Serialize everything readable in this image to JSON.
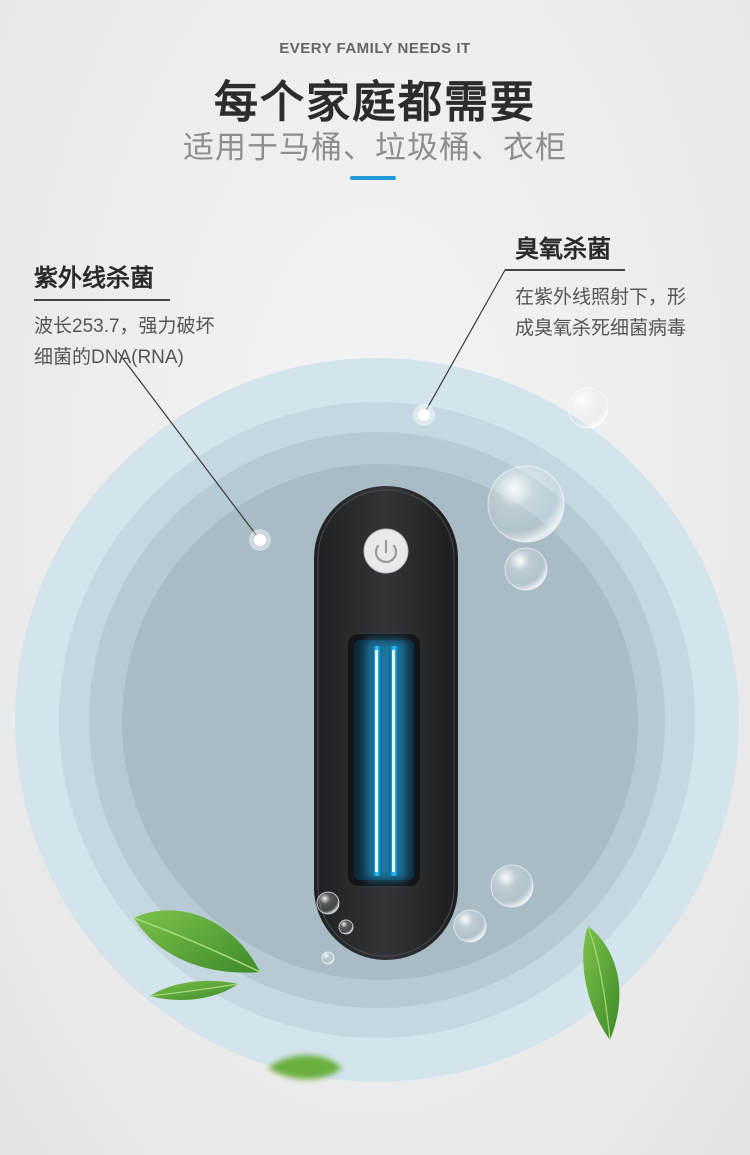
{
  "header": {
    "eyebrow": "EVERY FAMILY NEEDS IT",
    "title": "每个家庭都需要",
    "subtitle": "适用于马桶、垃圾桶、衣柜"
  },
  "callouts": {
    "left": {
      "title": "紫外线杀菌",
      "line1": "波长253.7，强力破坏",
      "line2": "细菌的DNA(RNA)"
    },
    "right": {
      "title": "臭氧杀菌",
      "line1": "在紫外线照射下，形",
      "line2": "成臭氧杀死细菌病毒"
    }
  },
  "colors": {
    "accent": "#1e9bd8",
    "device": "#2a2b2d",
    "uv_tube": "#3fd0ff",
    "leaf": "#5aa83a"
  },
  "icons": {
    "power_button": "power-icon"
  }
}
